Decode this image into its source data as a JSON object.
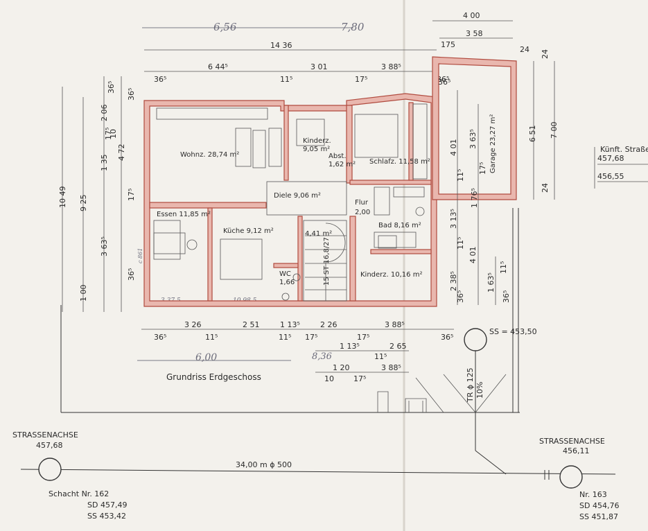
{
  "title": "Grundriss Erdgeschoss",
  "rooms": {
    "wohnz": "Wohnz. 28,74 m²",
    "kinderz_top_1": "Kinderz.",
    "kinderz_top_2": "9,05 m²",
    "abst_1": "Abst.",
    "abst_2": "1,62 m²",
    "schlafz": "Schlafz. 11,58 m²",
    "garage": "Garage 23,27 m²",
    "diele": "Diele 9,06 m²",
    "flur_1": "Flur",
    "flur_2": "2,00",
    "essen": "Essen 11,85 m²",
    "kueche": "Küche 9,12 m²",
    "stair_area": "4,41 m²",
    "stair": "15 ST 16,8/27",
    "bad": "Bad 8,16 m²",
    "kinderz_bottom": "Kinderz. 10,16 m²",
    "wc_1": "WC",
    "wc_2": "1,66"
  },
  "dims_top": {
    "total_garage": "4 00",
    "garage_inner": "3 58",
    "g175": "175",
    "g24": "24",
    "total": "14 36",
    "d365a": "36⁵",
    "d644": "6 44⁵",
    "d115a": "11⁵",
    "d301": "3 01",
    "d175a": "17⁵",
    "d388": "3 88⁵",
    "d365b": "36⁵"
  },
  "dims_bottom": {
    "d365a": "36⁵",
    "d326": "3 26",
    "d115a": "11⁵",
    "d251": "2 51",
    "d115b": "11⁵",
    "d1135": "1 13⁵",
    "d175a": "17⁵",
    "d226": "2 26",
    "d175b": "17⁵",
    "d388": "3 88⁵",
    "d365b": "36⁵",
    "d1135b": "1 13⁵",
    "d115c": "11⁵",
    "d265": "2 65",
    "d10": "10",
    "d120": "1 20",
    "d175c": "17⁵",
    "d388b": "3 88⁵"
  },
  "dims_left": {
    "total": "10 49",
    "d925": "9 25",
    "d365a": "36⁵",
    "d206": "2 06",
    "d175a": "17⁵",
    "d10": "10",
    "d135": "1 35",
    "d472": "4 72",
    "d175b": "17⁵",
    "d3635": "3 63⁵",
    "d365b": "36⁵",
    "d100": "1 00",
    "d365c": "36⁵"
  },
  "dims_right": {
    "d365": "36⁵",
    "d401a": "4 01",
    "d3635": "3 63⁵",
    "d115a": "11⁵",
    "d175": "17⁵",
    "d1765": "1 76⁵",
    "d3135": "3 13⁵",
    "d115b": "11⁵",
    "d401b": "4 01",
    "d2385": "2 38⁵",
    "d365b": "36⁵",
    "d1635": "1 63⁵",
    "d365c": "36⁵",
    "d115c": "11⁵",
    "d651": "6 51",
    "d700": "7 00",
    "d24a": "24",
    "d24b": "24"
  },
  "pencil_notes": {
    "top_656": "6,56",
    "top_780": "7,80",
    "bottom_600": "6,00",
    "bottom_836": "8,36",
    "n3375": "3,37,5",
    "n1098": "10,98,5",
    "c861": "c 861"
  },
  "site": {
    "ss_label": "SS = 453,50",
    "pipe_label": "TR ϕ 125",
    "pipe_slope": "10%",
    "road_label_left": "STRASSENACHSE",
    "road_level_left": "457,68",
    "road_label_right": "STRASSENACHSE",
    "road_level_right": "456,11",
    "sewer_line": "34,00 m ϕ 500",
    "schacht_left_1": "Schacht Nr. 162",
    "schacht_left_2": "SD 457,49",
    "schacht_left_3": "SS 453,42",
    "schacht_right_1": "Nr. 163",
    "schacht_right_2": "SD 454,76",
    "schacht_right_3": "SS 451,87",
    "kunft_label": "Künft. Straße",
    "kunft_level_1": "457,68",
    "kunft_level_2": "456,55"
  }
}
